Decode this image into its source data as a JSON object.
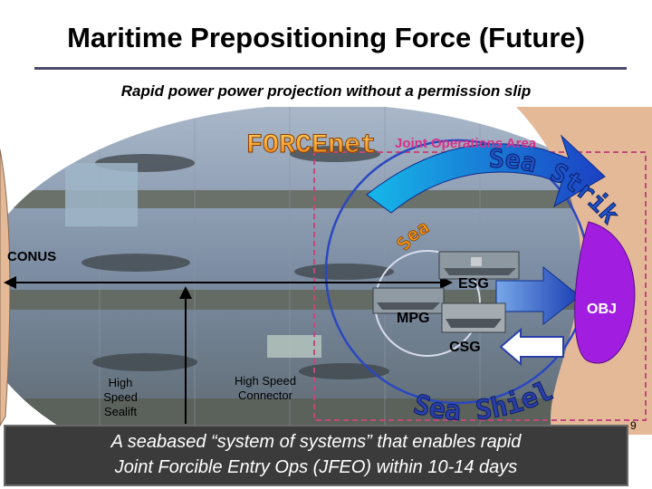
{
  "slide": {
    "title": "Maritime Prepositioning Force (Future)",
    "subtitle": "Rapid power power projection without a permission slip",
    "page_number": "9"
  },
  "diagram": {
    "forcenet_label": "FORCEnet",
    "joa_label": "Joint Operations Area",
    "sea_strike_label": "Sea Strike",
    "sea_basing_label": "Sea",
    "sea_shield_label": "Sea Shield",
    "conus_label": "CONUS",
    "esg_label": "ESG",
    "mpg_label": "MPG",
    "csg_label": "CSG",
    "obj_label": "OBJ",
    "high_speed_sealift_label": "High Speed Sealift",
    "high_speed_connector_label": "High Speed Connector"
  },
  "footer": {
    "line1": "A seabased “system of systems” that enables rapid",
    "line2": "Joint Forcible Entry Ops (JFEO) within 10-14 days"
  },
  "colors": {
    "background_sky": "#7e8fa6",
    "deck": "#5f6560",
    "land": "#e4b998",
    "strike_arrow": "#1f52c8",
    "shield_text": "#2b3fa8",
    "obj": "#a11ee0",
    "forcenet_orange": "#f29a18",
    "joa_box": "#c04a7a",
    "banner": "#3b3b3b"
  }
}
